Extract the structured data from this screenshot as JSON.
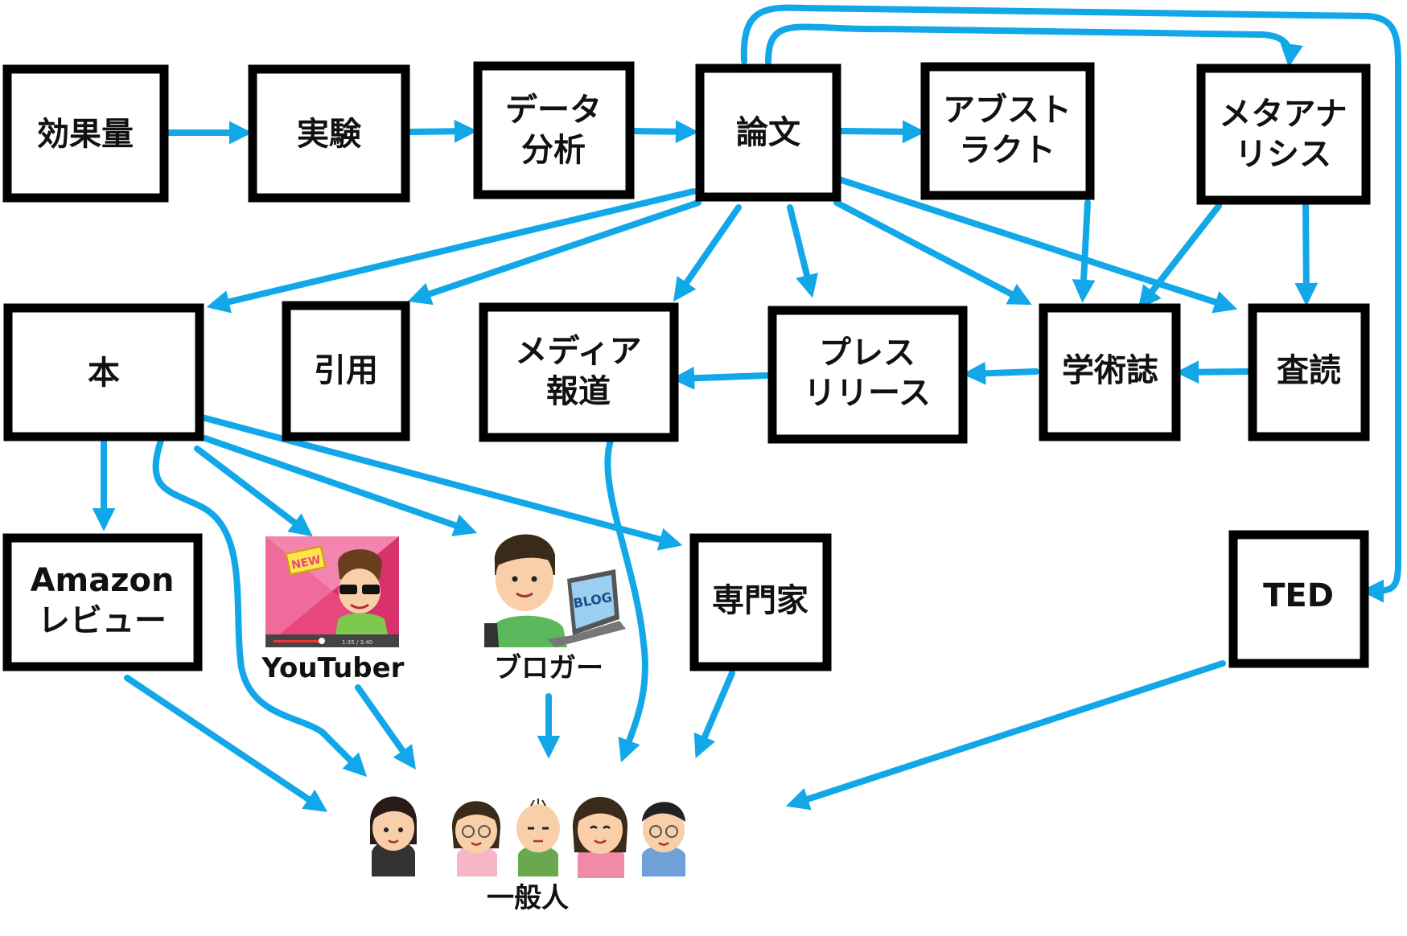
{
  "nodes": {
    "effect_size": [
      "効果量"
    ],
    "experiment": [
      "実験"
    ],
    "data_analysis": [
      "データ",
      "分析"
    ],
    "paper": [
      "論文"
    ],
    "abstract": [
      "アブスト",
      "ラクト"
    ],
    "meta_analysis": [
      "メタアナ",
      "リシス"
    ],
    "book": [
      "本"
    ],
    "citation": [
      "引用"
    ],
    "media": [
      "メディア",
      "報道"
    ],
    "press_release": [
      "プレス",
      "リリース"
    ],
    "journal": [
      "学術誌"
    ],
    "peer_review": [
      "査読"
    ],
    "amazon_review": [
      "Amazon",
      "レビュー"
    ],
    "expert": [
      "専門家"
    ],
    "ted": [
      "TED"
    ]
  },
  "captions": {
    "youtuber": "YouTuber",
    "blogger": "ブロガー",
    "public": "一般人"
  },
  "illustration_text": {
    "new_badge": "NEW",
    "blog_screen": "BLOG",
    "video_time": "1:35 / 3:40"
  },
  "colors": {
    "arrow": "#12a7e8",
    "box_border": "#000000",
    "box_fill": "#ffffff"
  }
}
